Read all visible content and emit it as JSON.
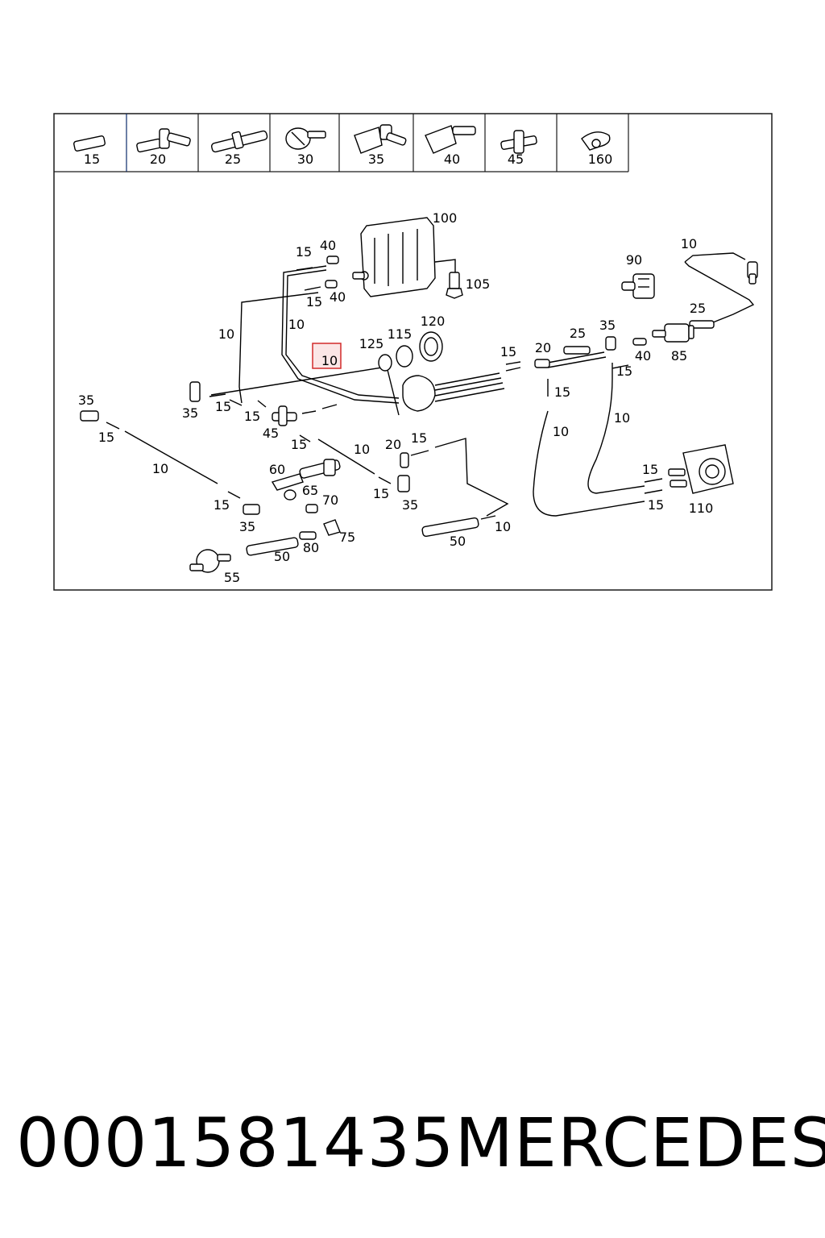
{
  "header_cells": [
    {
      "number": "15",
      "icon": "hose-sleeve-icon"
    },
    {
      "number": "20",
      "icon": "tee-connector-icon"
    },
    {
      "number": "25",
      "icon": "straight-connector-icon"
    },
    {
      "number": "30",
      "icon": "valve-cap-icon"
    },
    {
      "number": "35",
      "icon": "angle-valve-icon"
    },
    {
      "number": "40",
      "icon": "check-valve-icon"
    },
    {
      "number": "45",
      "icon": "cross-connector-icon"
    },
    {
      "number": "160",
      "icon": "clip-icon"
    }
  ],
  "callouts": [
    {
      "text": "100"
    },
    {
      "text": "15"
    },
    {
      "text": "40"
    },
    {
      "text": "15"
    },
    {
      "text": "40"
    },
    {
      "text": "105"
    },
    {
      "text": "10"
    },
    {
      "text": "90"
    },
    {
      "text": "25"
    },
    {
      "text": "10"
    },
    {
      "text": "10"
    },
    {
      "text": "10"
    },
    {
      "text": "125"
    },
    {
      "text": "115"
    },
    {
      "text": "120"
    },
    {
      "text": "15"
    },
    {
      "text": "20"
    },
    {
      "text": "25"
    },
    {
      "text": "35"
    },
    {
      "text": "40"
    },
    {
      "text": "85"
    },
    {
      "text": "15"
    },
    {
      "text": "35"
    },
    {
      "text": "35"
    },
    {
      "text": "15"
    },
    {
      "text": "15"
    },
    {
      "text": "15"
    },
    {
      "text": "45"
    },
    {
      "text": "15"
    },
    {
      "text": "10"
    },
    {
      "text": "20"
    },
    {
      "text": "15"
    },
    {
      "text": "15"
    },
    {
      "text": "10"
    },
    {
      "text": "10"
    },
    {
      "text": "10"
    },
    {
      "text": "60"
    },
    {
      "text": "65"
    },
    {
      "text": "70"
    },
    {
      "text": "15"
    },
    {
      "text": "35"
    },
    {
      "text": "15"
    },
    {
      "text": "15"
    },
    {
      "text": "110"
    },
    {
      "text": "15"
    },
    {
      "text": "35"
    },
    {
      "text": "75"
    },
    {
      "text": "80"
    },
    {
      "text": "50"
    },
    {
      "text": "50"
    },
    {
      "text": "10"
    },
    {
      "text": "55"
    }
  ],
  "highlight": {
    "text": "10"
  },
  "part_number": "0001581435",
  "brand": "MERCEDES",
  "colors": {
    "line": "#000000",
    "frame": "#1a1a1a",
    "highlight": "#d22a2a",
    "header_divider": "#0b2a6b"
  }
}
